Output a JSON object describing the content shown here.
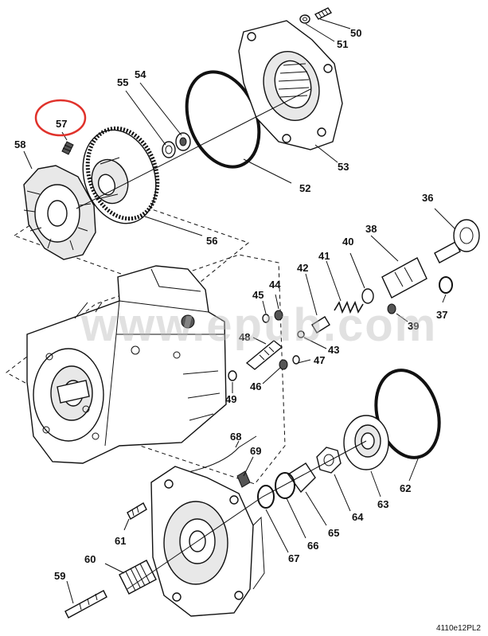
{
  "diagram": {
    "callouts": [
      {
        "id": "50",
        "label": "50"
      },
      {
        "id": "51",
        "label": "51"
      },
      {
        "id": "52",
        "label": "52"
      },
      {
        "id": "53",
        "label": "53"
      },
      {
        "id": "54",
        "label": "54"
      },
      {
        "id": "55",
        "label": "55"
      },
      {
        "id": "56",
        "label": "56"
      },
      {
        "id": "57",
        "label": "57"
      },
      {
        "id": "58",
        "label": "58"
      },
      {
        "id": "36",
        "label": "36"
      },
      {
        "id": "37",
        "label": "37"
      },
      {
        "id": "38",
        "label": "38"
      },
      {
        "id": "39",
        "label": "39"
      },
      {
        "id": "40",
        "label": "40"
      },
      {
        "id": "41",
        "label": "41"
      },
      {
        "id": "42",
        "label": "42"
      },
      {
        "id": "43",
        "label": "43"
      },
      {
        "id": "44",
        "label": "44"
      },
      {
        "id": "45",
        "label": "45"
      },
      {
        "id": "46",
        "label": "46"
      },
      {
        "id": "47",
        "label": "47"
      },
      {
        "id": "48",
        "label": "48"
      },
      {
        "id": "49",
        "label": "49"
      },
      {
        "id": "59",
        "label": "59"
      },
      {
        "id": "60",
        "label": "60"
      },
      {
        "id": "61",
        "label": "61"
      },
      {
        "id": "62",
        "label": "62"
      },
      {
        "id": "63",
        "label": "63"
      },
      {
        "id": "64",
        "label": "64"
      },
      {
        "id": "65",
        "label": "65"
      },
      {
        "id": "66",
        "label": "66"
      },
      {
        "id": "67",
        "label": "67"
      },
      {
        "id": "68",
        "label": "68"
      },
      {
        "id": "69",
        "label": "69"
      }
    ],
    "highlighted_callout": "57",
    "highlight_color": "#e0322b",
    "watermark": "www.epub.com",
    "document_id": "4110e12PL2"
  }
}
